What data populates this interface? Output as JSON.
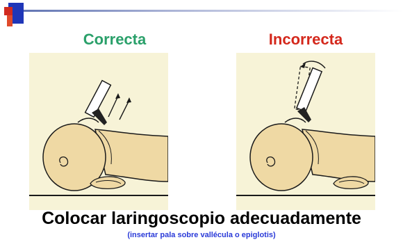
{
  "headings": {
    "correct": "Correcta",
    "incorrect": "Incorrecta"
  },
  "captions": {
    "main": "Colocar laringoscopio adecuadamente",
    "sub": "(insertar pala sobre vallécula o epiglotis)"
  },
  "colors": {
    "correct_heading": "#2aa06a",
    "incorrect_heading": "#d4281c",
    "sub_caption": "#2a3ad8",
    "skin": "#efd9a4",
    "panel_bg": "#f7f3d7",
    "outline": "#1a1a1a"
  },
  "icons": {
    "left_illustration": "infant-intubation-correct",
    "right_illustration": "infant-intubation-incorrect",
    "bullet_logo": "slide-bullet-squares"
  }
}
